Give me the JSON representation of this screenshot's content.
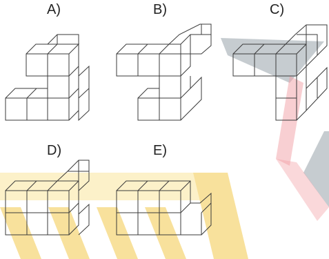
{
  "options": [
    {
      "label": "A)"
    },
    {
      "label": "B)"
    },
    {
      "label": "C)"
    },
    {
      "label": "D)"
    },
    {
      "label": "E)"
    }
  ],
  "colors": {
    "line": "#3a3a3a",
    "watermark_yellow": "#f2c94c",
    "watermark_gray": "#6b7a86",
    "watermark_red": "#e8505b"
  }
}
